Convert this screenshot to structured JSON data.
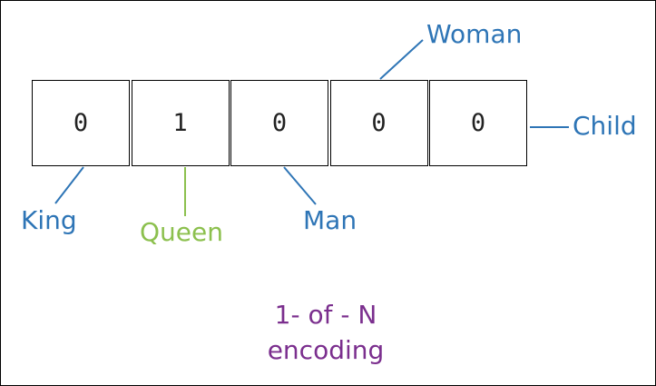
{
  "diagram": {
    "cells": [
      "0",
      "1",
      "0",
      "0",
      "0"
    ],
    "labels": {
      "king": "King",
      "queen": "Queen",
      "man": "Man",
      "woman": "Woman",
      "child": "Child"
    },
    "caption": {
      "line1": "1- of - N",
      "line2": "encoding"
    },
    "colors": {
      "blue_label": "#2e75b6",
      "green_label": "#8cc04e",
      "caption": "#7b2f8e",
      "cell_border": "#000000"
    }
  }
}
